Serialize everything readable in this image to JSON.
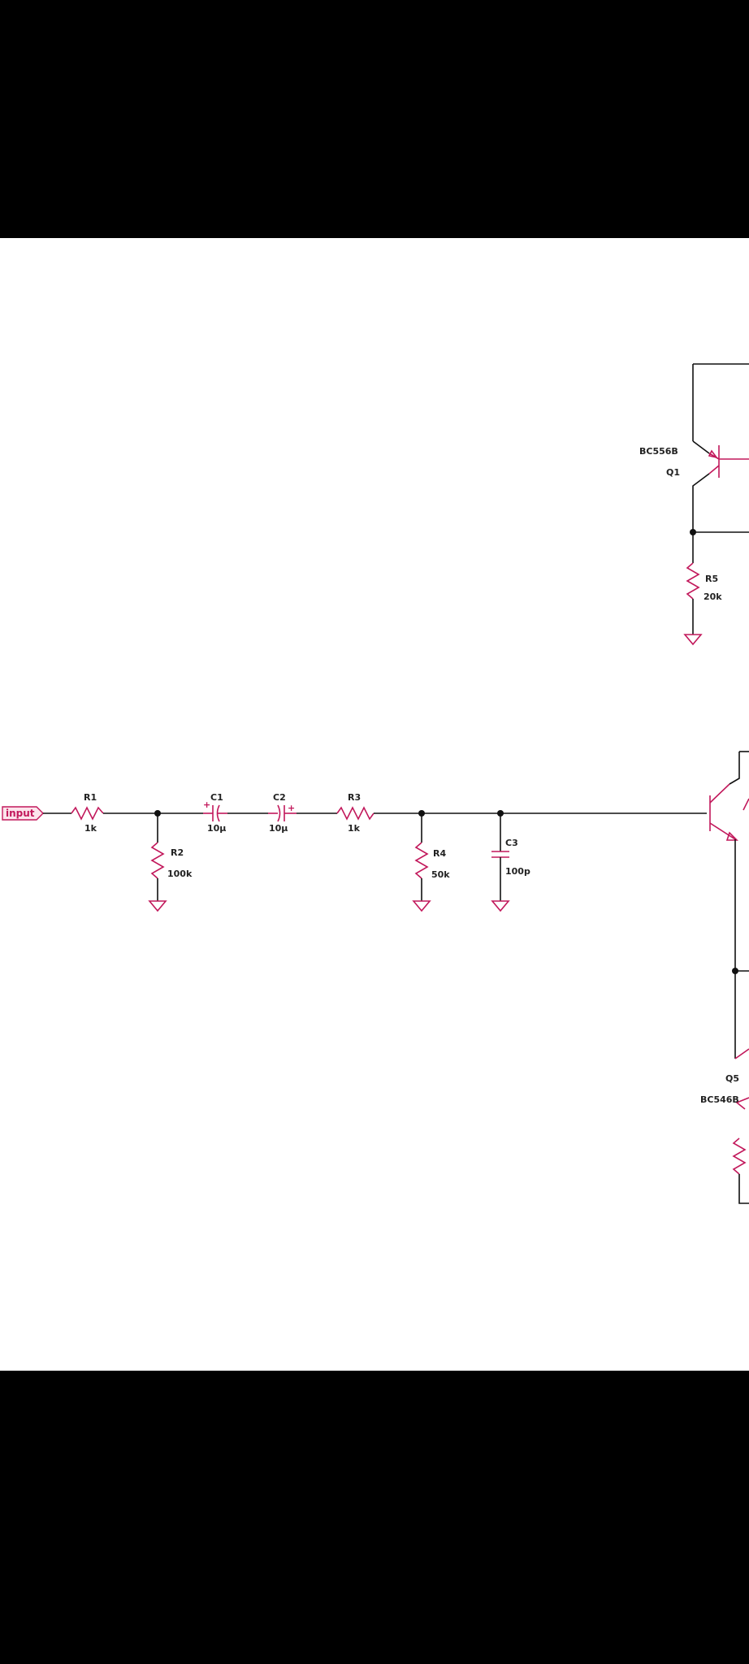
{
  "schematic": {
    "input_label": "input",
    "components": {
      "R1": {
        "ref": "R1",
        "value": "1k"
      },
      "R2": {
        "ref": "R2",
        "value": "100k"
      },
      "C1": {
        "ref": "C1",
        "value": "10µ"
      },
      "C2": {
        "ref": "C2",
        "value": "10µ"
      },
      "R3": {
        "ref": "R3",
        "value": "1k"
      },
      "R4": {
        "ref": "R4",
        "value": "50k"
      },
      "C3": {
        "ref": "C3",
        "value": "100p"
      },
      "R5": {
        "ref": "R5",
        "value": "20k"
      },
      "Q1": {
        "ref": "Q1",
        "model": "BC556B"
      },
      "Q5": {
        "ref": "Q5",
        "model": "BC546B"
      }
    }
  },
  "colors": {
    "component": "#c2185b",
    "wire": "#111111",
    "background": "#ffffff",
    "letterbox": "#000000"
  }
}
